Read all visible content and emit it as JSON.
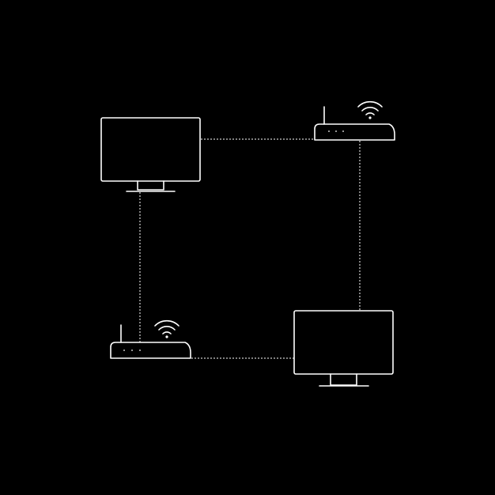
{
  "colors": {
    "background": "#000000",
    "line": "#ffffff"
  },
  "nodes": [
    {
      "id": "monitor-top-left",
      "icon": "monitor-icon"
    },
    {
      "id": "router-top-right",
      "icon": "wifi-router-icon"
    },
    {
      "id": "router-bottom-left",
      "icon": "wifi-router-icon"
    },
    {
      "id": "monitor-bottom-right",
      "icon": "monitor-icon"
    }
  ],
  "links": [
    {
      "from": "monitor-top-left",
      "to": "router-top-right",
      "style": "dotted"
    },
    {
      "from": "router-top-right",
      "to": "monitor-bottom-right",
      "style": "dotted"
    },
    {
      "from": "monitor-top-left",
      "to": "router-bottom-left",
      "style": "dotted"
    },
    {
      "from": "router-bottom-left",
      "to": "monitor-bottom-right",
      "style": "dotted"
    }
  ]
}
